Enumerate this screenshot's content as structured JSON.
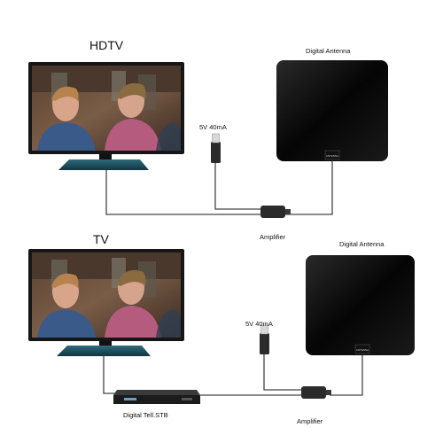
{
  "top_diagram": {
    "tv_label": "HDTV",
    "antenna_label": "Digital Antenna",
    "power_label": "5V  40mA",
    "amplifier_label": "Amplifier",
    "antenna_badge": "ANTENNA"
  },
  "bottom_diagram": {
    "tv_label": "TV",
    "antenna_label": "Digital Antenna",
    "power_label": "5V  40mA",
    "amplifier_label": "Amplifier",
    "stb_label": "Digital Tell.STB",
    "antenna_badge": "ANTENNA"
  },
  "colors": {
    "tv_frame": "#161616",
    "stand": "#1d4e5c",
    "antenna": "#0b0b0b",
    "cable": "#444444",
    "amplifier": "#2b2b2b"
  }
}
